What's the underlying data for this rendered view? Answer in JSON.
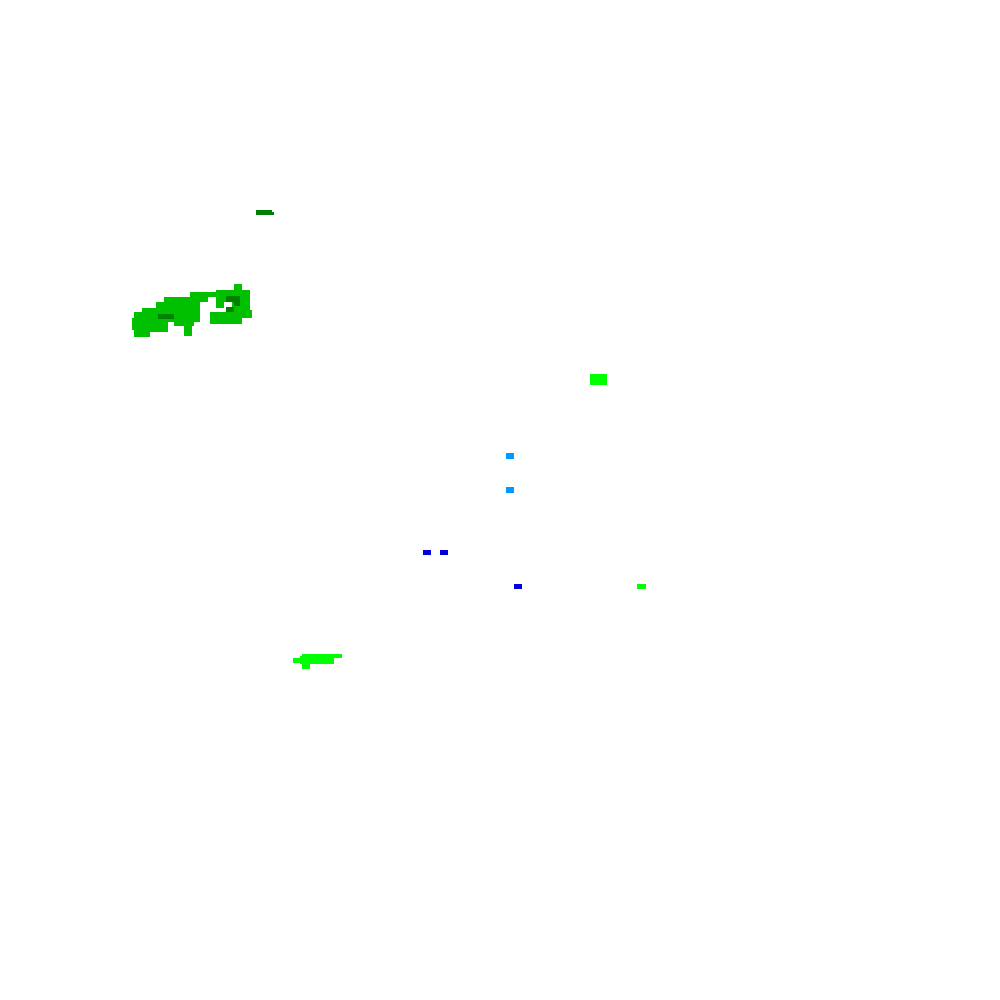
{
  "map": {
    "background": "#ffffff",
    "palette": {
      "bright_green": "#00ff00",
      "medium_green": "#00c000",
      "dark_green": "#008000",
      "sky_blue": "#0099ff",
      "blue": "#0000dd"
    },
    "features": [
      {
        "id": "dark-green-dash-north",
        "color": "dark_green"
      },
      {
        "id": "green-patch-cluster-west",
        "color": "medium_green"
      },
      {
        "id": "dark-green-speck-west-a",
        "color": "dark_green"
      },
      {
        "id": "dark-green-speck-west-b",
        "color": "dark_green"
      },
      {
        "id": "bright-green-block-east",
        "color": "bright_green"
      },
      {
        "id": "sky-blue-dot-upper",
        "color": "sky_blue"
      },
      {
        "id": "sky-blue-dot-lower",
        "color": "sky_blue"
      },
      {
        "id": "blue-dot-pair-left",
        "color": "blue"
      },
      {
        "id": "blue-dot-pair-right",
        "color": "blue"
      },
      {
        "id": "blue-dot-south",
        "color": "blue"
      },
      {
        "id": "bright-green-dot-east",
        "color": "bright_green"
      },
      {
        "id": "bright-green-patch-southwest",
        "color": "bright_green"
      }
    ]
  }
}
